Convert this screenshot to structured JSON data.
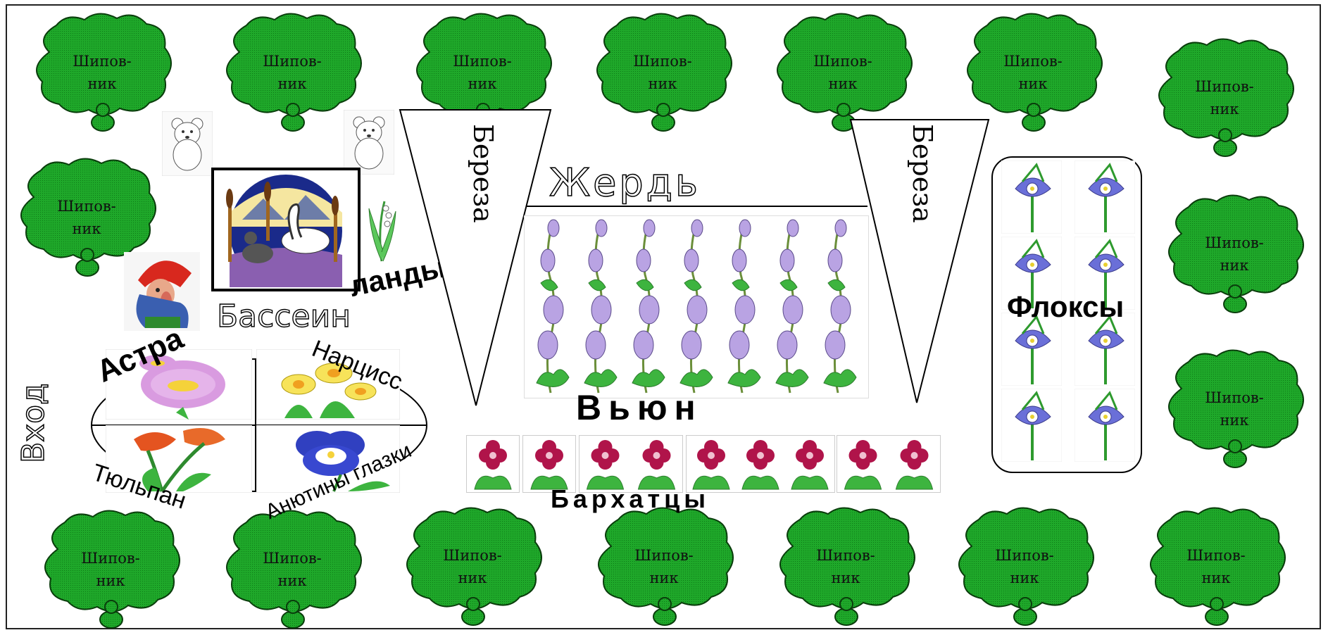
{
  "bush": {
    "line1": "Шипов-",
    "line2": "ник"
  },
  "labels": {
    "entrance": "Вход",
    "pool": "Бассеин",
    "lily": "ландыш",
    "aster": "Астра",
    "narcissus": "Нарцисс",
    "tulip": "Тюльпан",
    "pansy": "Анютины глазки",
    "birch_left": "Береза",
    "birch_right": "Береза",
    "pole": "Жердь",
    "bindweed": "Вьюн",
    "marigold": "Бархатцы",
    "phlox": "Флоксы"
  },
  "colors": {
    "bush_fill": "#1fa82a",
    "bush_stroke": "#0a3d0c",
    "flower_purple": "#b9a3e3",
    "leaf_green": "#3db43f",
    "marigold_red": "#b0144a",
    "phlox_blue": "#6a6fd8"
  }
}
